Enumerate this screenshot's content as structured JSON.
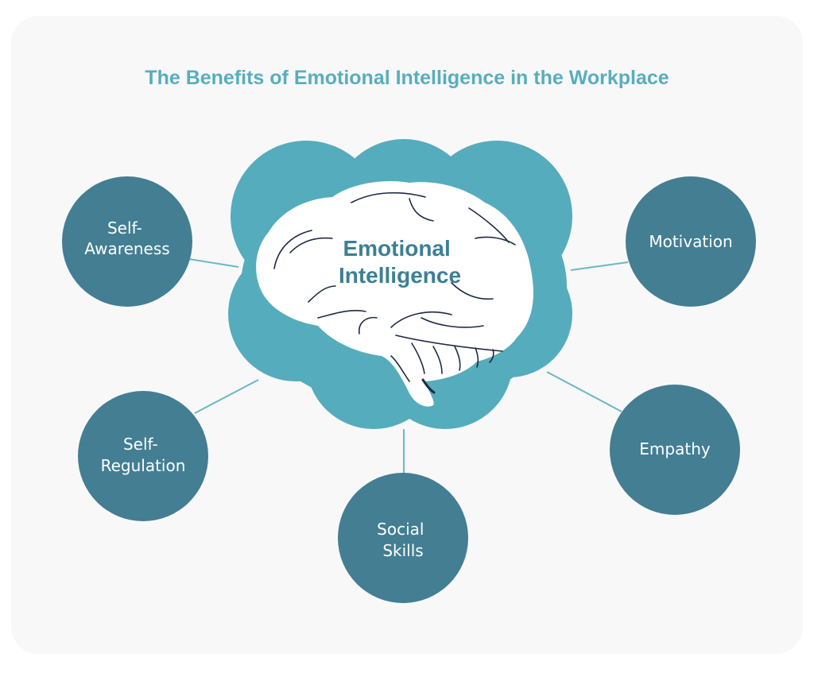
{
  "title": "The Benefits of Emotional Intelligence in the Workplace",
  "center": {
    "lines": [
      "Emotional",
      "Intelligence"
    ]
  },
  "nodes": [
    {
      "id": "self-awareness",
      "lines": [
        "Self-",
        "Awareness"
      ]
    },
    {
      "id": "motivation",
      "lines": [
        "Motivation"
      ]
    },
    {
      "id": "self-regulation",
      "lines": [
        "Self-",
        "Regulation"
      ]
    },
    {
      "id": "empathy",
      "lines": [
        "Empathy"
      ]
    },
    {
      "id": "social-skills",
      "lines": [
        "Social",
        "Skills"
      ]
    }
  ],
  "colors": {
    "title": "#57aebf",
    "cloud": "#55acbd",
    "node": "#437e93",
    "connector": "#6bb7c6",
    "brain": "#ffffff",
    "brain_lines": "#1f2a44",
    "center_text": "#3d7f95",
    "card": "#f8f8f9"
  }
}
